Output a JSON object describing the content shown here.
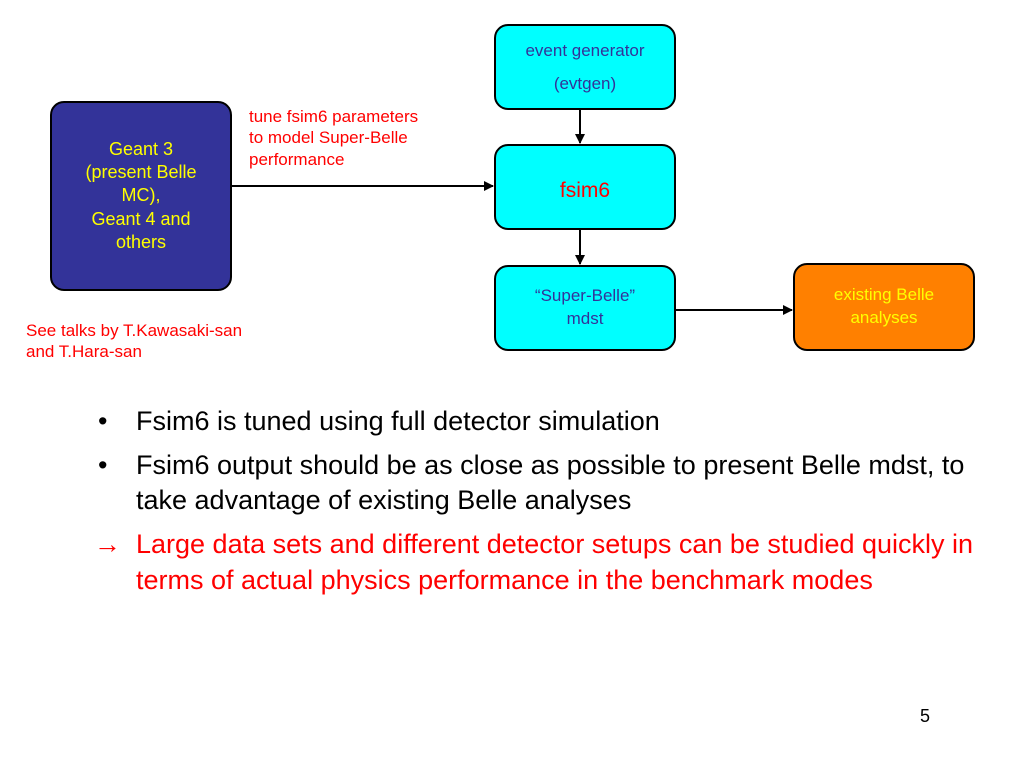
{
  "diagram": {
    "boxes": {
      "event_generator": {
        "line1": "event generator",
        "line2": "(evtgen)"
      },
      "geant": {
        "text": "Geant 3 (present Belle MC), Geant 4 and others",
        "lines": [
          "Geant 3",
          "(present Belle",
          "MC),",
          "Geant 4 and",
          "others"
        ]
      },
      "fsim6": {
        "text": "fsim6"
      },
      "super_belle_mdst": {
        "line1": "“Super-Belle”",
        "line2": "mdst"
      },
      "existing_analyses": {
        "line1": "existing Belle",
        "line2": "analyses"
      }
    },
    "edges": [
      {
        "from": "event_generator",
        "to": "fsim6"
      },
      {
        "from": "geant",
        "to": "fsim6",
        "label": "tune fsim6 parameters to model Super-Belle performance"
      },
      {
        "from": "fsim6",
        "to": "super_belle_mdst"
      },
      {
        "from": "super_belle_mdst",
        "to": "existing_analyses"
      }
    ],
    "annotations": {
      "tune_note": "tune fsim6 parameters\nto model Super-Belle\nperformance",
      "talks_note": "See talks by T.Kawasaki-san\nand T.Hara-san"
    },
    "colors": {
      "cyan_box": "#00ffff",
      "navy_box": "#333399",
      "orange_box": "#ff8000",
      "note_text": "#ff0000",
      "yellow_text": "#ffff00"
    }
  },
  "bullets": [
    {
      "marker": "•",
      "text": "Fsim6 is tuned using full detector simulation"
    },
    {
      "marker": "•",
      "text": "Fsim6 output should be as close as possible to present Belle mdst, to take advantage of existing Belle analyses"
    },
    {
      "marker": "→",
      "text": "Large data sets and different detector setups can be studied quickly in terms of actual physics performance in the benchmark modes"
    }
  ],
  "page_number": "5"
}
